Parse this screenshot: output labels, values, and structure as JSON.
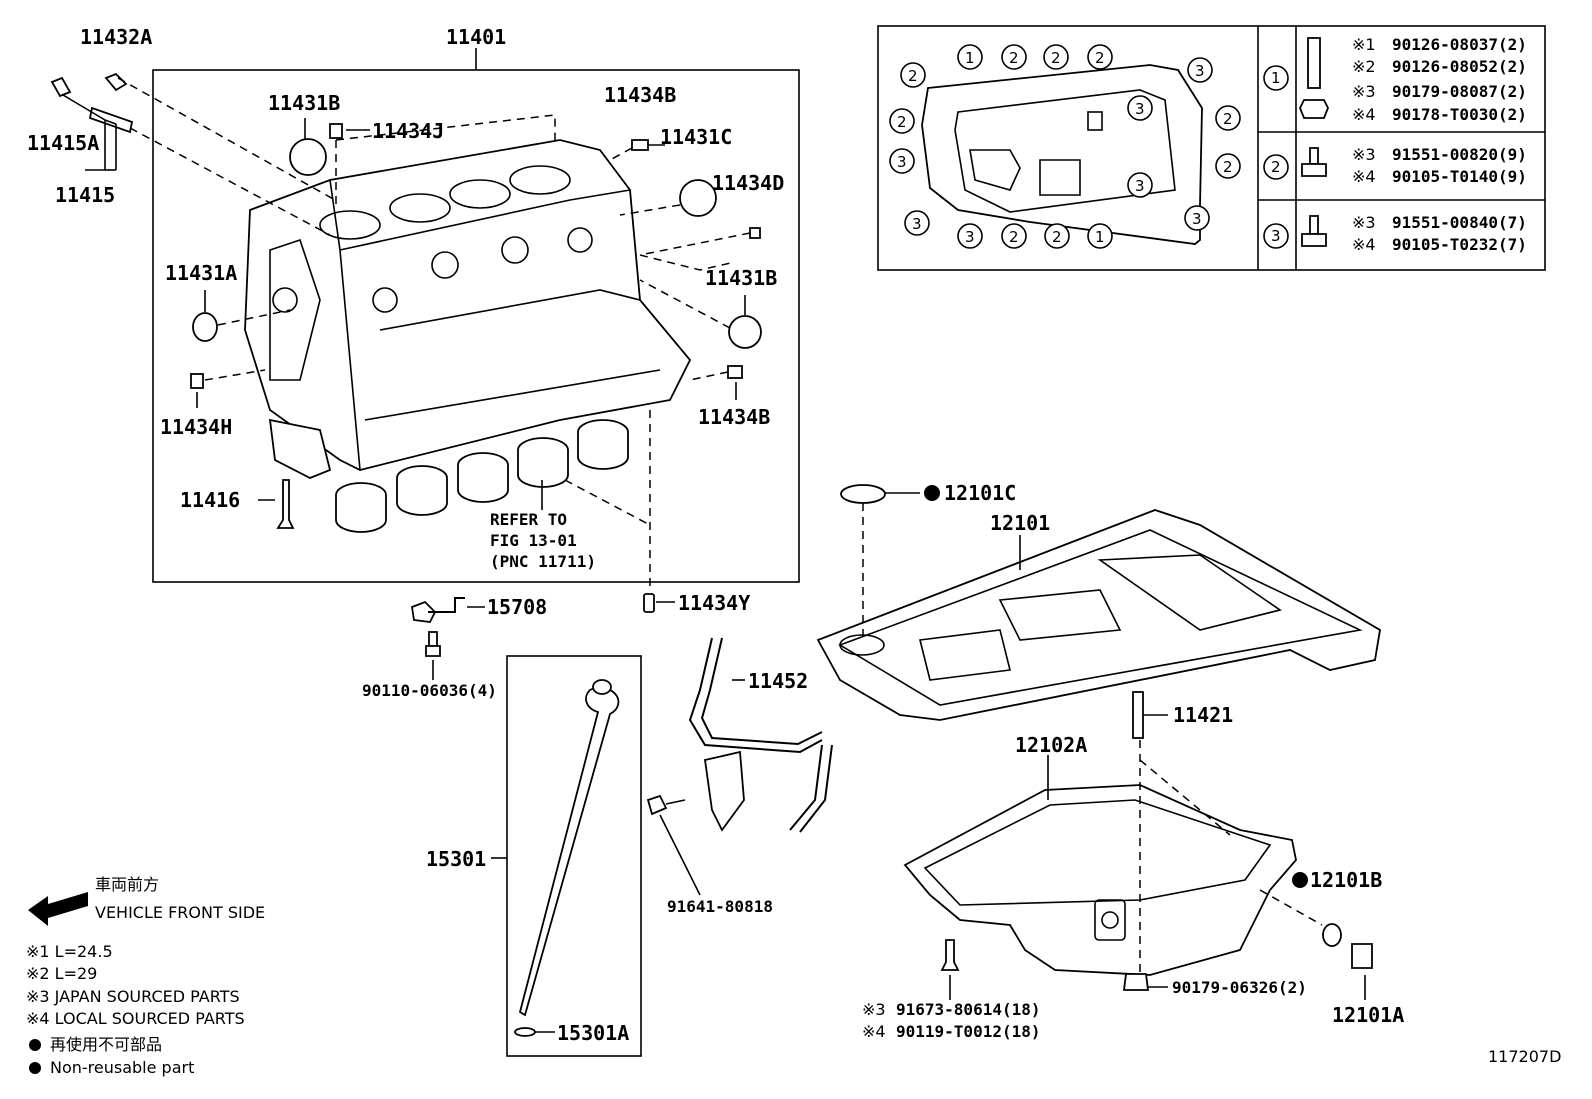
{
  "labels": {
    "p11432A": "11432A",
    "p11401": "11401",
    "p11415A": "11415A",
    "p11415": "11415",
    "p11431B_top": "11431B",
    "p11434J": "11434J",
    "p11434B_top": "11434B",
    "p11431C": "11431C",
    "p11434D": "11434D",
    "p11431A": "11431A",
    "p11431B_mid": "11431B",
    "p11434H": "11434H",
    "p11434B_bot": "11434B",
    "p11416": "11416",
    "refer1": "REFER TO",
    "refer2": "FIG 13-01",
    "refer3": "(PNC 11711)",
    "p15708": "15708",
    "p11434Y": "11434Y",
    "p90110": "90110-06036(4)",
    "p11452": "11452",
    "p15301": "15301",
    "p15301A": "15301A",
    "p91641": "91641-80818",
    "p12101C": "12101C",
    "p12101": "12101",
    "p11421": "11421",
    "p12102A": "12102A",
    "p12101B": "12101B",
    "p12101A": "12101A",
    "p90179_06326": "90179-06326(2)",
    "p91673": "91673-80614(18)",
    "p90119": "90119-T0012(18)",
    "n3a": "※3",
    "n4a": "※4",
    "figure_id": "117207D"
  },
  "bolt_table": [
    {
      "circle": "1",
      "rows": [
        {
          "mark": "※1",
          "part": "90126-08037(2)"
        },
        {
          "mark": "※2",
          "part": "90126-08052(2)"
        },
        {
          "mark": "※3",
          "part": "90179-08087(2)"
        },
        {
          "mark": "※4",
          "part": "90178-T0030(2)"
        }
      ]
    },
    {
      "circle": "2",
      "rows": [
        {
          "mark": "※3",
          "part": "91551-00820(9)"
        },
        {
          "mark": "※4",
          "part": "90105-T0140(9)"
        }
      ]
    },
    {
      "circle": "3",
      "rows": [
        {
          "mark": "※3",
          "part": "91551-00840(7)"
        },
        {
          "mark": "※4",
          "part": "90105-T0232(7)"
        }
      ]
    }
  ],
  "pan_callouts": [
    "1",
    "2",
    "2",
    "2",
    "2",
    "2",
    "3",
    "3",
    "3",
    "3",
    "2",
    "2",
    "3",
    "3",
    "3",
    "2",
    "2",
    "1"
  ],
  "legend": {
    "front_jp": "車両前方",
    "front_en": "VEHICLE FRONT SIDE",
    "note1": "※1 L=24.5",
    "note2": "※2 L=29",
    "note3": "※3 JAPAN SOURCED PARTS",
    "note4": "※4 LOCAL SOURCED PARTS",
    "nonreuse_jp": "再使用不可部品",
    "nonreuse_en": "Non-reusable part"
  },
  "colors": {
    "ink": "#000000",
    "paper": "#ffffff"
  }
}
